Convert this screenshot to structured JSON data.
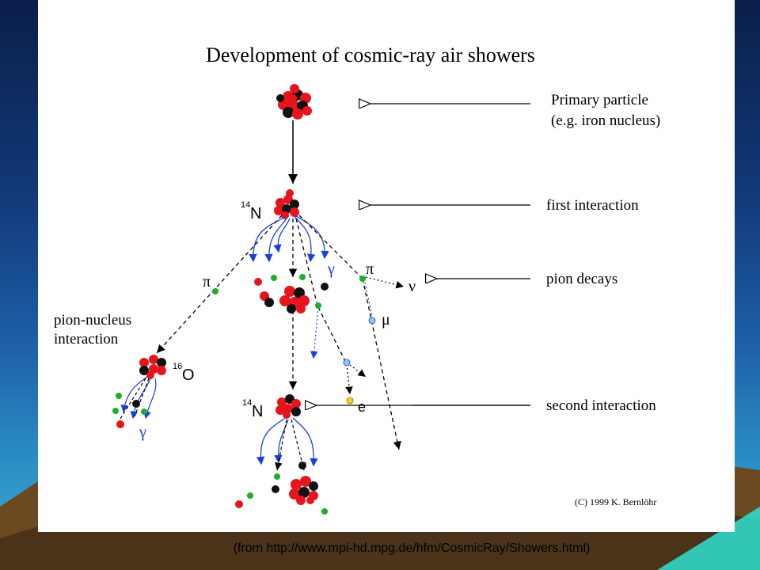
{
  "title": "Development of cosmic-ray air showers",
  "labels": {
    "primary_line1": "Primary particle",
    "primary_line2": "(e.g. iron nucleus)",
    "first_interaction": "first interaction",
    "pion_decays": "pion decays",
    "second_interaction": "second interaction",
    "pion_nucleus_line1": "pion-nucleus",
    "pion_nucleus_line2": "interaction",
    "copyright": "(C) 1999 K. Bernlöhr"
  },
  "symbols": {
    "n14_top_mass": "14",
    "n14_top_elem": "N",
    "n14_bottom_mass": "14",
    "n14_bottom_elem": "N",
    "o16_mass": "16",
    "o16_elem": "O",
    "pi_left": "π",
    "pi_right": "π",
    "gamma_top": "γ",
    "gamma_left": "γ",
    "nu": "ν",
    "mu": "μ",
    "e": "e"
  },
  "caption": "(from http://www.mpi-hd.mpg.de/hfm/CosmicRay/Showers.html)",
  "colors": {
    "nucleus_red": "#e8141c",
    "nucleus_black": "#111111",
    "pion_green": "#1fae2a",
    "photon_blue": "#1a3fd6",
    "muon_lightblue": "#8fc8ee",
    "electron_yellow": "#f0d21a",
    "ground_brown": "#6b4a22"
  }
}
